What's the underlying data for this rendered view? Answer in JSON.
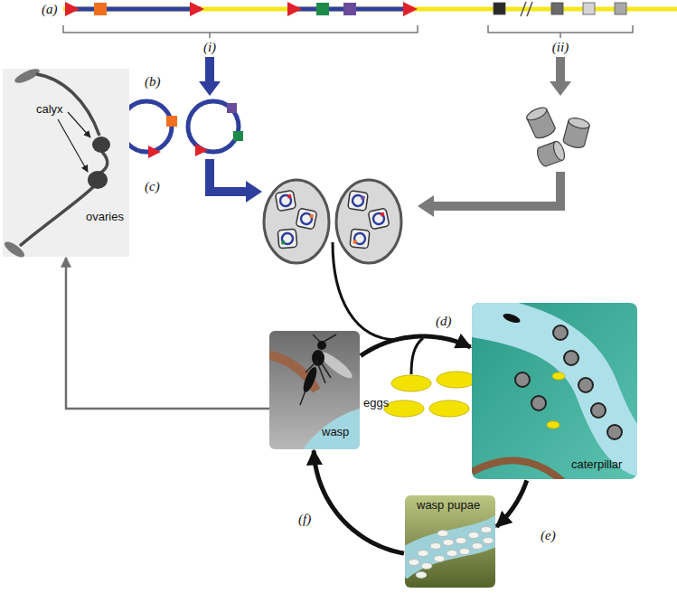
{
  "diagram": {
    "nodes": [
      {
        "text": [
          "calyx",
          "ovaries"
        ]
      },
      {
        "text": [
          "wasp"
        ]
      },
      {
        "text": [
          "caterpillar"
        ]
      },
      {
        "text": [
          "wasp pupae"
        ]
      }
    ],
    "edges": [
      {
        "from": 1,
        "to": 2,
        "arrow": "to",
        "label": "(d)"
      },
      {
        "from": 2,
        "to": 3,
        "arrow": "to",
        "label": "(e)"
      },
      {
        "from": 3,
        "to": 1,
        "arrow": "to",
        "label": "(f)"
      },
      {
        "from": 1,
        "to": 0,
        "arrow": "to"
      }
    ],
    "labels": [
      "(a)",
      "(i)",
      "(ii)",
      "(b)",
      "(c)",
      "eggs"
    ]
  }
}
